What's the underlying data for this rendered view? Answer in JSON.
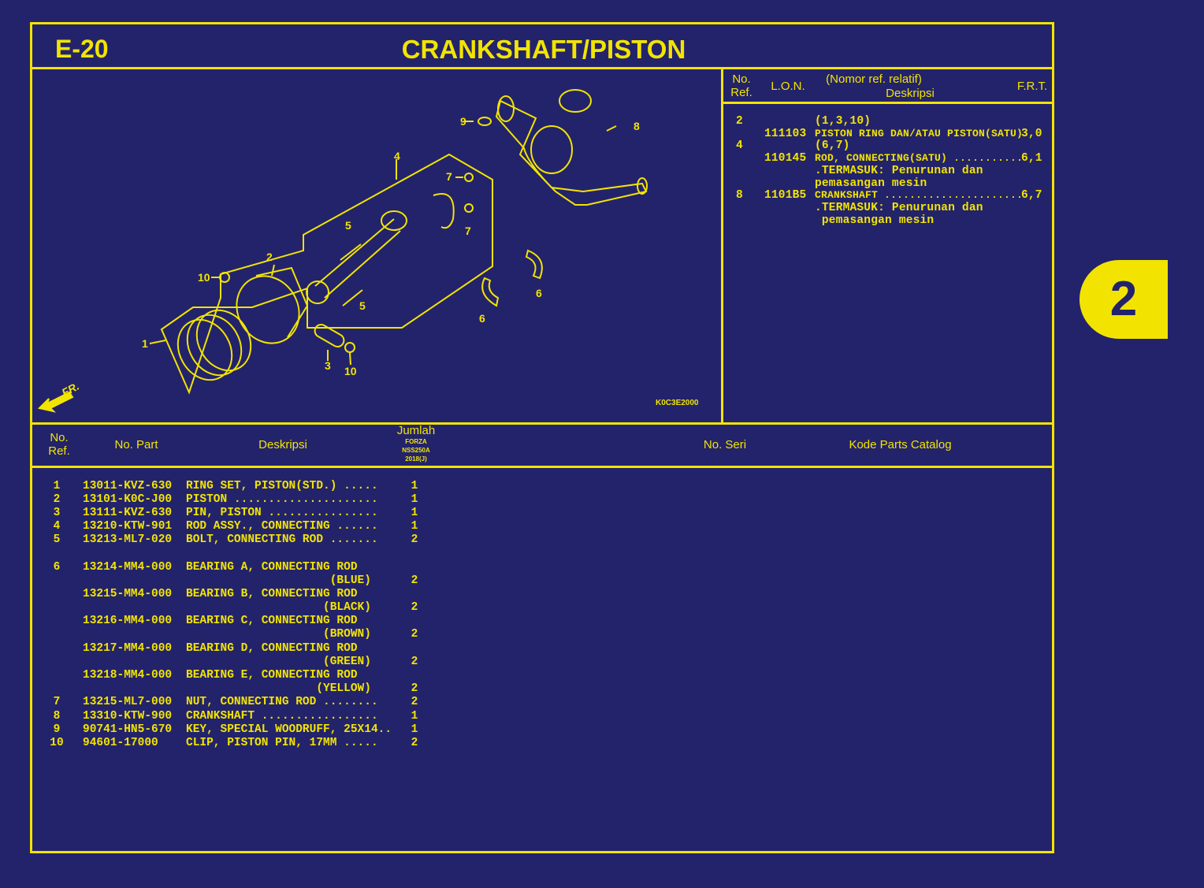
{
  "header": {
    "page_code": "E-20",
    "title": "CRANKSHAFT/PISTON"
  },
  "tab_number": "2",
  "diagram": {
    "callouts": [
      "1",
      "2",
      "3",
      "4",
      "5",
      "5",
      "6",
      "6",
      "7",
      "7",
      "8",
      "9",
      "10",
      "10"
    ],
    "front_label": "FR.",
    "code": "K0C3E2000"
  },
  "labor_table": {
    "headers": {
      "ref_line1": "No.",
      "ref_line2": "Ref.",
      "lon": "L.O.N.",
      "relative_ref": "(Nomor ref. relatif)",
      "desc": "Deskripsi",
      "frt": "F.R.T."
    },
    "rows": [
      {
        "ref": "2",
        "note": "(1,3,10)",
        "lon": "111103",
        "desc": "PISTON RING DAN/ATAU PISTON(SATU)",
        "frt": "3,0",
        "extra": []
      },
      {
        "ref": "4",
        "note": "(6,7)",
        "lon": "110145",
        "desc": "ROD, CONNECTING(SATU) ...........",
        "frt": "6,1",
        "extra": [
          ".TERMASUK: Penurunan dan",
          "pemasangan mesin"
        ]
      },
      {
        "ref": "8",
        "note": "",
        "lon": "1101B5",
        "desc": "CRANKSHAFT ......................",
        "frt": "6,7",
        "extra": [
          ".TERMASUK: Penurunan dan",
          " pemasangan mesin"
        ]
      }
    ]
  },
  "parts_table": {
    "headers": {
      "ref_line1": "No.",
      "ref_line2": "Ref.",
      "part": "No. Part",
      "desc": "Deskripsi",
      "qty": "Jumlah",
      "qty_model1": "FORZA",
      "qty_model2": "NSS250A",
      "qty_model3": "2018(J)",
      "serial": "No. Seri",
      "catalog": "Kode Parts Catalog"
    },
    "rows": [
      {
        "ref": "1",
        "part": "13011-KVZ-630",
        "desc": "RING SET, PISTON(STD.) .....",
        "qty": "1"
      },
      {
        "ref": "2",
        "part": "13101-K0C-J00",
        "desc": "PISTON .....................",
        "qty": "1"
      },
      {
        "ref": "3",
        "part": "13111-KVZ-630",
        "desc": "PIN, PISTON ................",
        "qty": "1"
      },
      {
        "ref": "4",
        "part": "13210-KTW-901",
        "desc": "ROD ASSY., CONNECTING ......",
        "qty": "1"
      },
      {
        "ref": "5",
        "part": "13213-ML7-020",
        "desc": "BOLT, CONNECTING ROD .......",
        "qty": "2"
      },
      {
        "ref": "6",
        "part": "13214-MM4-000",
        "desc": "BEARING A, CONNECTING ROD",
        "qty": ""
      },
      {
        "ref": "",
        "part": "",
        "desc": "                     (BLUE)",
        "qty": "2"
      },
      {
        "ref": "",
        "part": "13215-MM4-000",
        "desc": "BEARING B, CONNECTING ROD",
        "qty": ""
      },
      {
        "ref": "",
        "part": "",
        "desc": "                    (BLACK)",
        "qty": "2"
      },
      {
        "ref": "",
        "part": "13216-MM4-000",
        "desc": "BEARING C, CONNECTING ROD",
        "qty": ""
      },
      {
        "ref": "",
        "part": "",
        "desc": "                    (BROWN)",
        "qty": "2"
      },
      {
        "ref": "",
        "part": "13217-MM4-000",
        "desc": "BEARING D, CONNECTING ROD",
        "qty": ""
      },
      {
        "ref": "",
        "part": "",
        "desc": "                    (GREEN)",
        "qty": "2"
      },
      {
        "ref": "",
        "part": "13218-MM4-000",
        "desc": "BEARING E, CONNECTING ROD",
        "qty": ""
      },
      {
        "ref": "",
        "part": "",
        "desc": "                   (YELLOW)",
        "qty": "2"
      },
      {
        "ref": "7",
        "part": "13215-ML7-000",
        "desc": "NUT, CONNECTING ROD ........",
        "qty": "2"
      },
      {
        "ref": "8",
        "part": "13310-KTW-900",
        "desc": "CRANKSHAFT .................",
        "qty": "1"
      },
      {
        "ref": "9",
        "part": "90741-HN5-670",
        "desc": "KEY, SPECIAL WOODRUFF, 25X14..",
        "qty": "1"
      },
      {
        "ref": "10",
        "part": "94601-17000",
        "desc": "CLIP, PISTON PIN, 17MM .....",
        "qty": "2"
      }
    ]
  },
  "colors": {
    "background": "#23236b",
    "ink": "#f2e400"
  }
}
